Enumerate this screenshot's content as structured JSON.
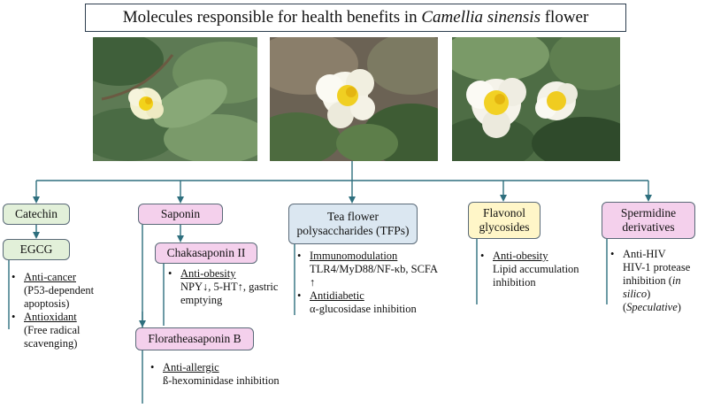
{
  "title": {
    "pre": "Molecules responsible for health benefits in ",
    "italic": "Camellia sinensis",
    "post": " flower"
  },
  "colors": {
    "line": "#2e6f7e",
    "green_fill": "#e2f0d9",
    "pink_fill": "#f4d0ec",
    "blue_fill": "#dbe7f1",
    "yellow_fill": "#fff6c8"
  },
  "nodes": {
    "catechin": "Catechin",
    "egcg": "EGCG",
    "saponin": "Saponin",
    "chakasaponin": "Chakasaponin II",
    "floratheasaponin": "Floratheasaponin B",
    "tfps": "Tea flower polysaccharides (TFPs)",
    "flavonol": "Flavonol glycosides",
    "spermidine": "Spermidine derivatives"
  },
  "details": {
    "egcg": {
      "item1": "Anti-cancer",
      "item1_note": "(P53-dependent apoptosis)",
      "item2": "Antioxidant",
      "item2_note": "(Free radical scavenging)"
    },
    "chakasaponin": {
      "item1": "Anti-obesity",
      "item1_note": "NPY↓, 5-HT↑, gastric emptying"
    },
    "floratheasaponin": {
      "item1": "Anti-allergic",
      "item1_note": "ß-hexominidase inhibition"
    },
    "tfps": {
      "item1": "Immunomodulation",
      "item1_note": "TLR4/MyD88/NF-κb, SCFA ↑",
      "item2": "Antidiabetic",
      "item2_note": "α-glucosidase inhibition"
    },
    "flavonol": {
      "item1": "Anti-obesity",
      "item1_note": "Lipid accumulation inhibition"
    },
    "spermidine": {
      "item1": "Anti-HIV",
      "item1_note_pre": "HIV-1 protease inhibition (",
      "item1_note_italic": "in silico",
      "item1_note_post": ")",
      "item1_note2_pre": "(",
      "item1_note2_italic": "Speculative",
      "item1_note2_post": ")"
    }
  }
}
